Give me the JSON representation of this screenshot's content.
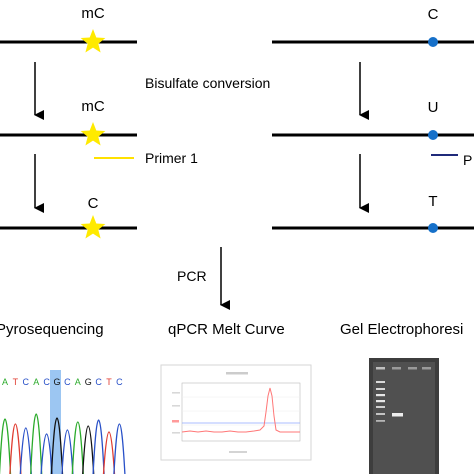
{
  "left_strand": {
    "top_label": "mC",
    "middle_label": "mC",
    "bottom_label": "C",
    "primer_label": "Primer 1"
  },
  "right_strand": {
    "top_label": "C",
    "middle_label": "U",
    "bottom_label": "T",
    "primer_label": "P"
  },
  "conversion_label": "Bisulfate conversion",
  "pcr_label": "PCR",
  "methods": {
    "pyro": "Pyrosequencing",
    "melt": "qPCR Melt Curve",
    "gel": "Gel Electrophoresi"
  },
  "pyro_sequence": [
    "A",
    "T",
    "C",
    "A",
    "C",
    "G",
    "C",
    "A",
    "G",
    "C",
    "T",
    "C"
  ],
  "colors": {
    "star": "#ffea00",
    "dot": "#1670c9",
    "primer1": "#ffe100",
    "primer2": "#1f2a7a",
    "highlight": "#9cc6f2"
  }
}
